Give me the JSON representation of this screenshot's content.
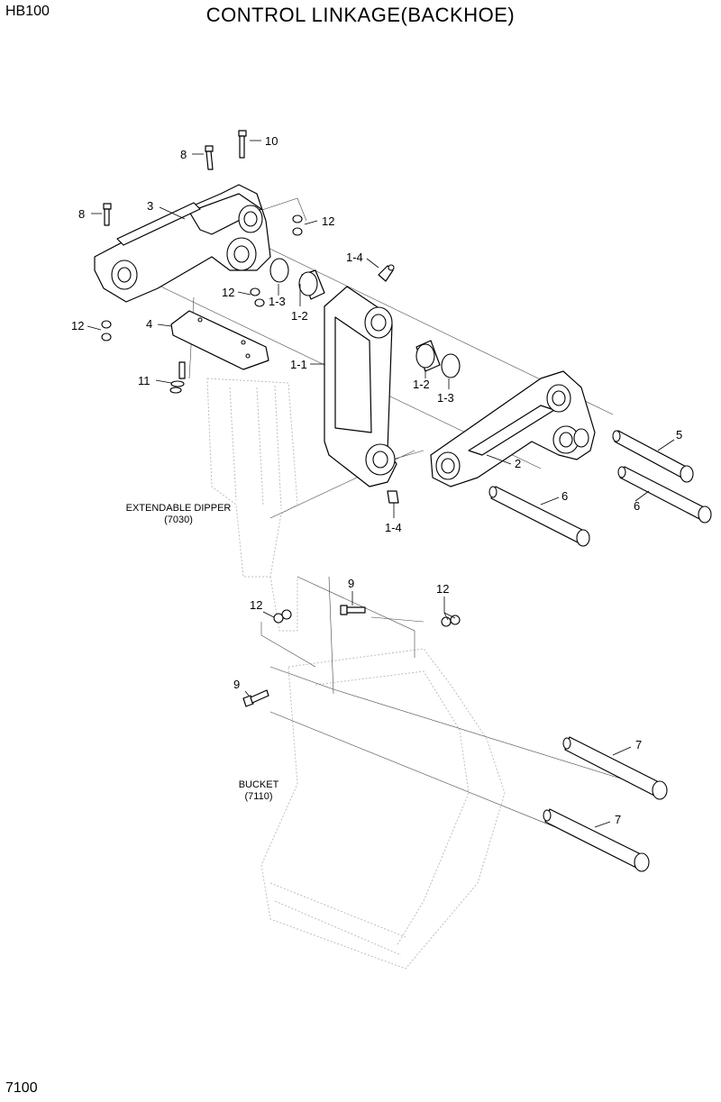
{
  "header": {
    "model": "HB100",
    "title": "CONTROL LINKAGE(BACKHOE)",
    "page_number": "7100"
  },
  "notes": {
    "dipper_name": "EXTENDABLE DIPPER",
    "dipper_ref": "(7030)",
    "bucket_name": "BUCKET",
    "bucket_ref": "(7110)"
  },
  "callouts": [
    "10",
    "8",
    "8",
    "3",
    "12",
    "1-4",
    "12",
    "1-3",
    "1-2",
    "12",
    "4",
    "1-1",
    "11",
    "1-2",
    "1-3",
    "5",
    "2",
    "6",
    "6",
    "1-4",
    "9",
    "12",
    "12",
    "9",
    "7",
    "7"
  ]
}
